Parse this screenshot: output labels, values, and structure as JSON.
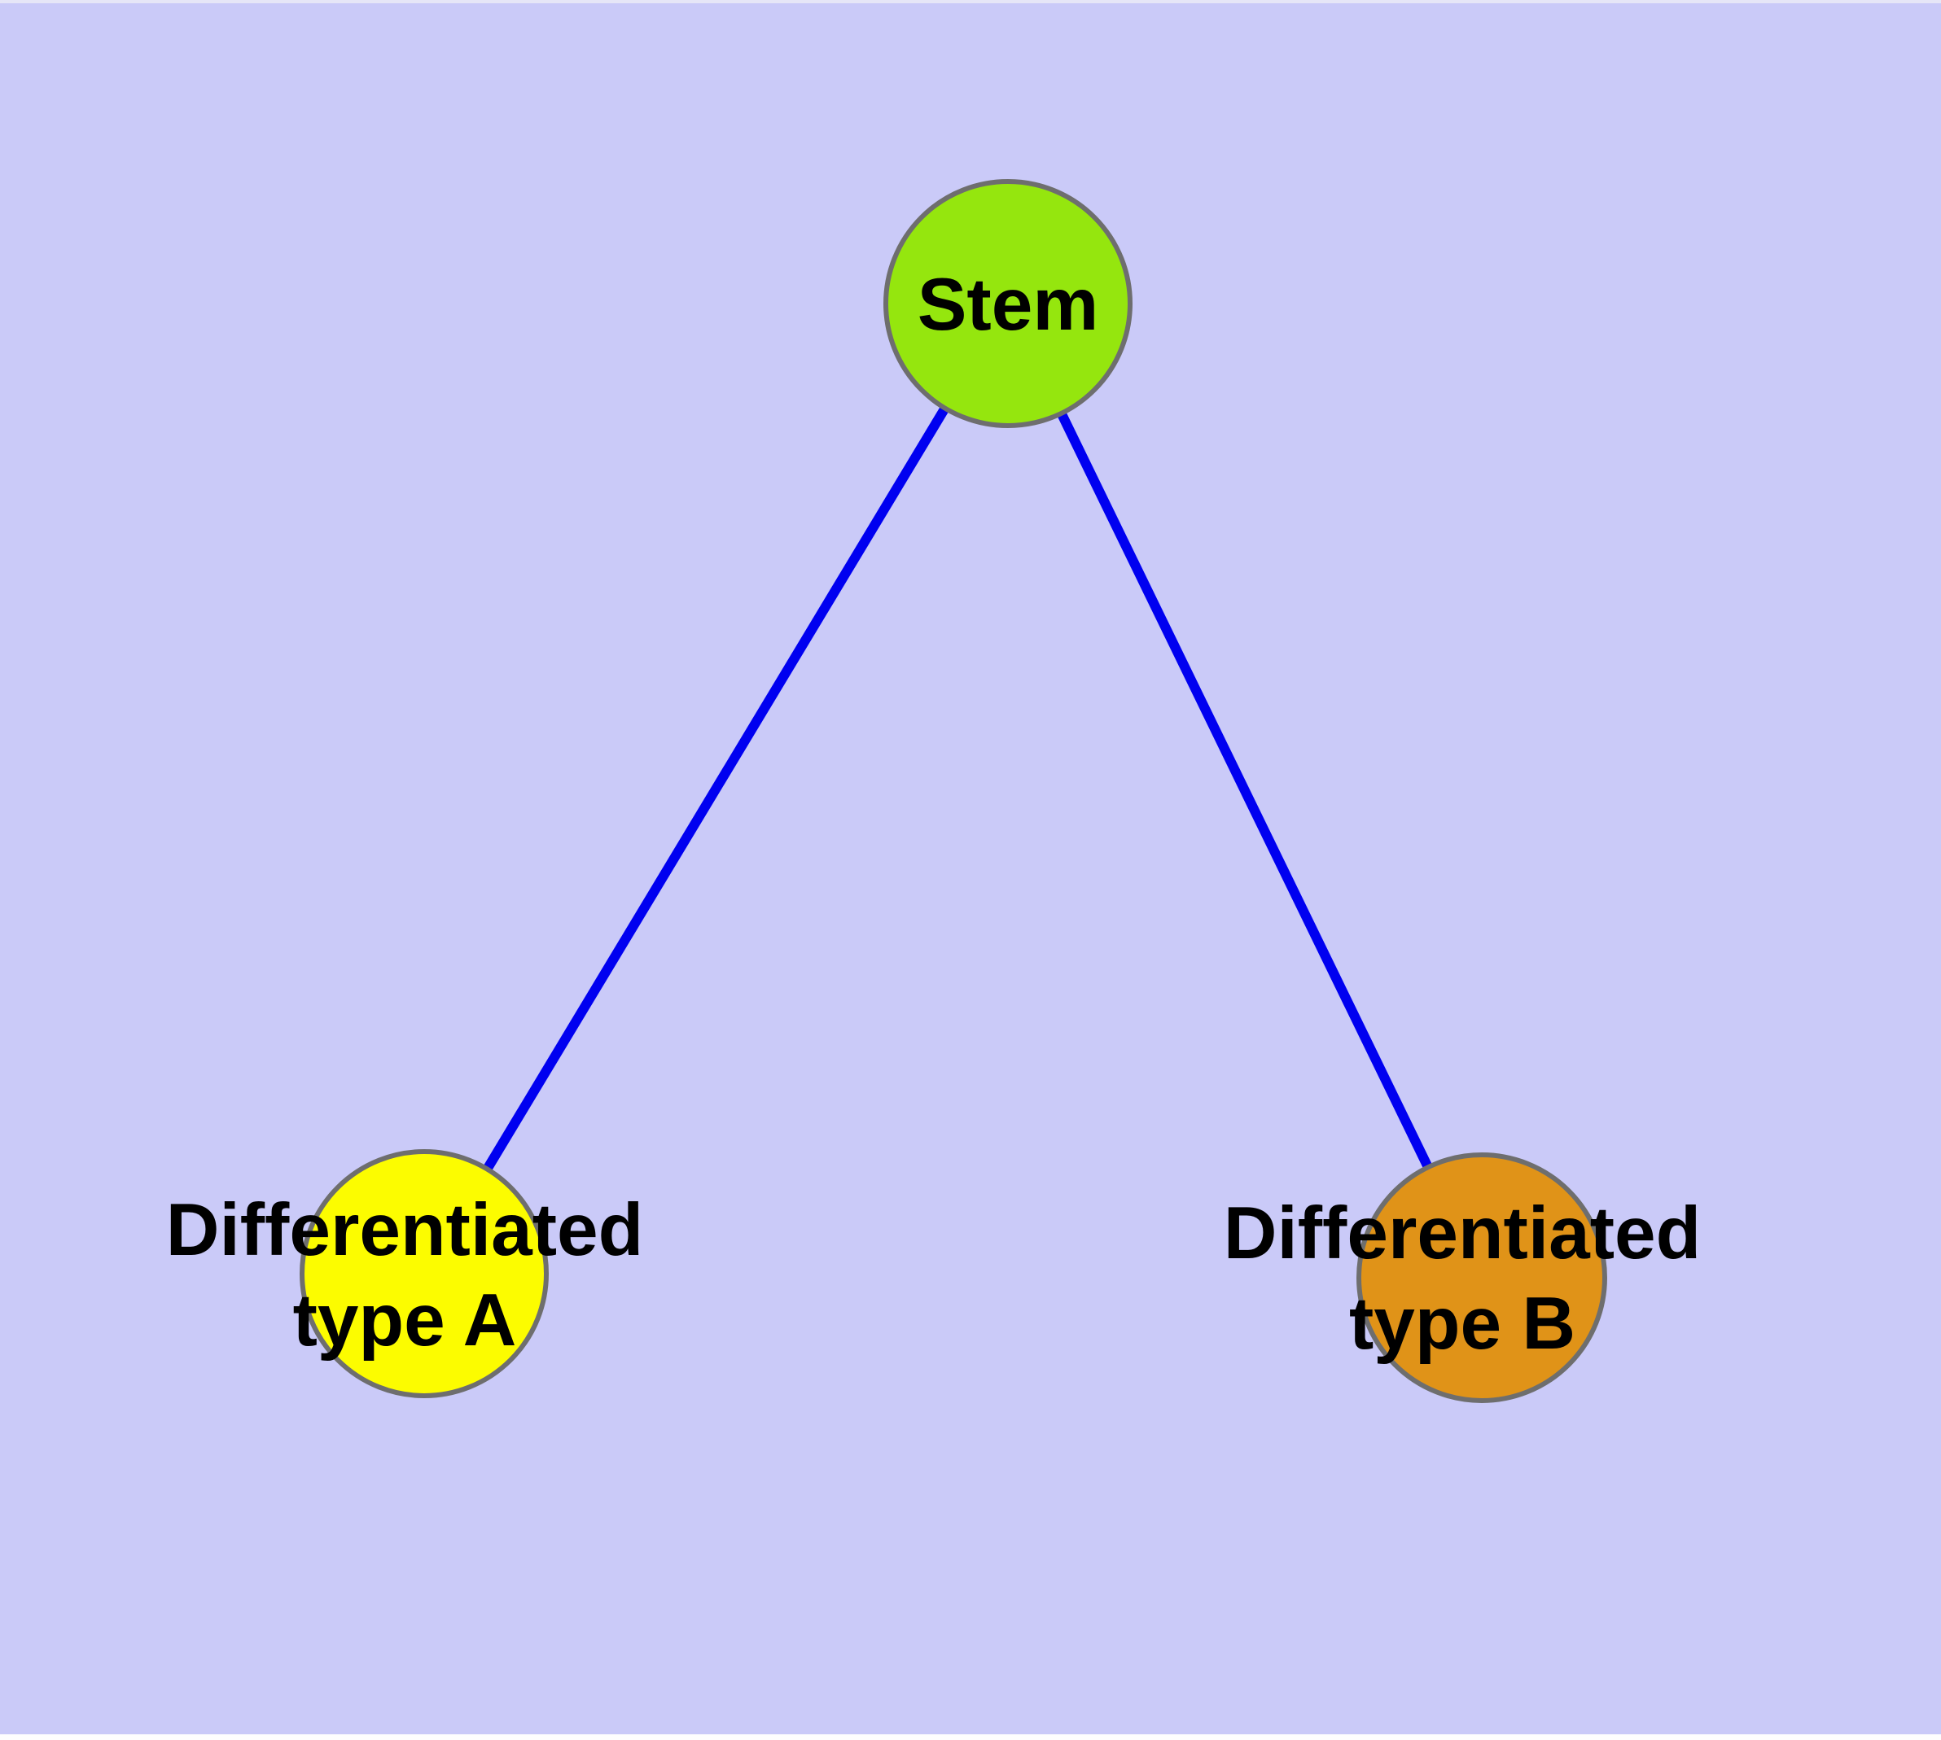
{
  "figure": {
    "background_color": "#CACAF8",
    "edge_color": "#0000F0",
    "node_border_color": "#6E6E6E",
    "label_color": "#000000"
  },
  "graph": {
    "nodes": [
      {
        "id": "stem",
        "label": "Stem",
        "fill": "#95E60E"
      },
      {
        "id": "differentiated-type-a",
        "label_lines": [
          "Differentiated",
          "type A"
        ],
        "fill": "#FCFC00"
      },
      {
        "id": "differentiated-type-b",
        "label_lines": [
          "Differentiated",
          "type B"
        ],
        "fill": "#E09318"
      }
    ],
    "edges": [
      {
        "from": "Stem",
        "to": "Differentiated type A"
      },
      {
        "from": "Stem",
        "to": "Differentiated type B"
      }
    ]
  }
}
